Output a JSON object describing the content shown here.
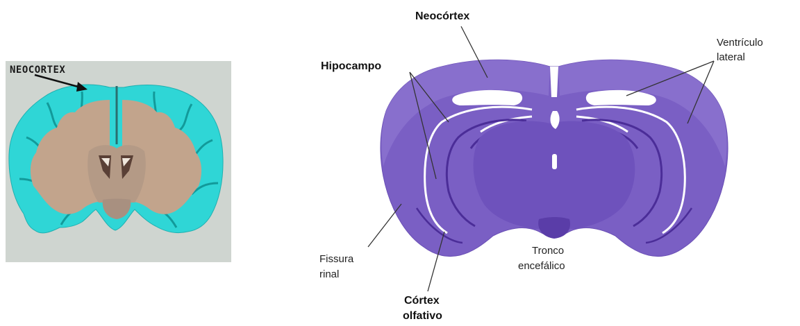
{
  "left_figure": {
    "labels": {
      "neocortex": "NEOCORTEX"
    },
    "colors": {
      "background": "#cfd5d0",
      "cortex": "#2fd6d6",
      "white_matter": "#c2a48c",
      "ventricle": "#5a4036"
    }
  },
  "right_figure": {
    "labels": {
      "neocortex": "Neocórtex",
      "hippocampus": "Hipocampo",
      "lateral_ventricle_line1": "Ventrículo",
      "lateral_ventricle_line2": "lateral",
      "rhinal_fissure_line1": "Fissura",
      "rhinal_fissure_line2": "rinal",
      "brainstem_line1": "Tronco",
      "brainstem_line2": "encefálico",
      "olfactory_cortex_line1": "Córtex",
      "olfactory_cortex_line2": "olfativo"
    },
    "colors": {
      "tissue": "#7a5fc4",
      "tissue_dark": "#5a3da8",
      "tissue_light": "#9078d0",
      "gap": "#ffffff"
    }
  }
}
